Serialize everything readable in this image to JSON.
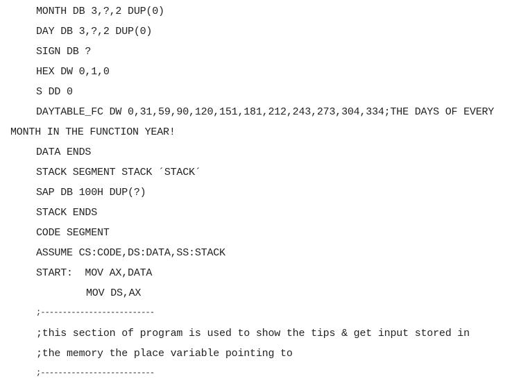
{
  "lines": [
    "MONTH DB 3,?,2 DUP(0)",
    "DAY DB 3,?,2 DUP(0)",
    "SIGN DB ?",
    "HEX DW 0,1,0",
    "S DD 0",
    "DAYTABLE_FC DW 0,31,59,90,120,151,181,212,243,273,304,334;THE DAYS OF EVERY",
    "MONTH IN THE FUNCTION YEAR!",
    "DATA ENDS",
    "STACK SEGMENT STACK ´STACK´",
    "SAP DB 100H DUP(?)",
    "STACK ENDS",
    "CODE SEGMENT",
    "ASSUME CS:CODE,DS:DATA,SS:STACK",
    "START:  MOV AX,DATA",
    "MOV DS,AX",
    ";--------------------------",
    ";this section of program is used to show the tips & get input stored in",
    ";the memory the place variable pointing to",
    ";--------------------------"
  ]
}
